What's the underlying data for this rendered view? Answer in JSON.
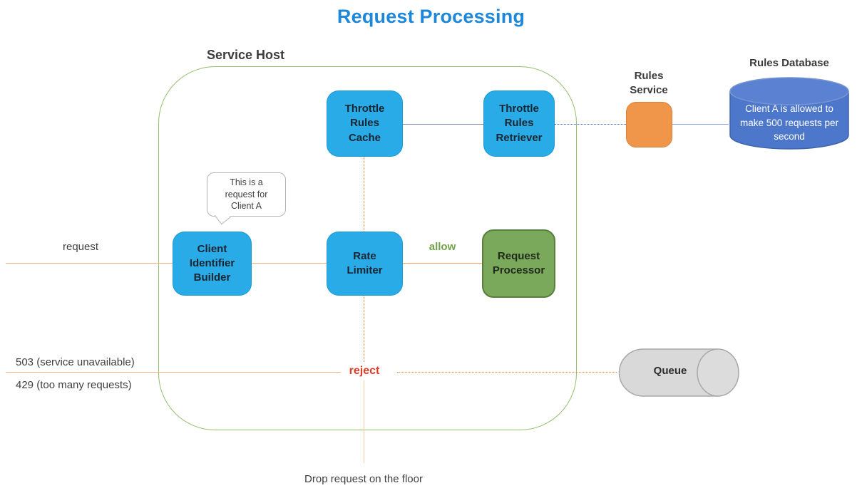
{
  "title": "Request Processing",
  "service_host": {
    "label": "Service Host"
  },
  "nodes": {
    "throttle_rules_cache": {
      "label": "Throttle\nRules\nCache"
    },
    "throttle_rules_retriever": {
      "label": "Throttle\nRules\nRetriever"
    },
    "client_identifier_builder": {
      "label": "Client\nIdentifier\nBuilder"
    },
    "rate_limiter": {
      "label": "Rate\nLimiter"
    },
    "request_processor": {
      "label": "Request\nProcessor"
    },
    "rules_service": {
      "label": "Rules\nService"
    },
    "rules_database": {
      "label": "Rules Database",
      "content": "Client A is allowed to\nmake 500 requests per\nsecond"
    },
    "queue": {
      "label": "Queue"
    }
  },
  "annotations": {
    "callout": "This is a\nrequest for\nClient A",
    "request": "request",
    "allow": "allow",
    "reject": "reject",
    "error_503": "503 (service unavailable)",
    "error_429": "429 (too many requests)",
    "drop": "Drop request on the floor"
  },
  "colors": {
    "title_blue": "#1d87d9",
    "node_blue": "#28abe6",
    "node_green": "#7aa95c",
    "node_orange": "#f0964a",
    "database_blue": "#4d77ca",
    "queue_gray": "#d9d9d9",
    "host_border_green": "#94be6e",
    "allow_green": "#6fa24b",
    "reject_red": "#de3c28",
    "line_orange_light": "#f4b183",
    "line_orange_dot": "#ed7d31",
    "line_slate": "#8496b0",
    "line_blue_dot": "#4472c4",
    "line_blue_light": "#8faadc"
  }
}
